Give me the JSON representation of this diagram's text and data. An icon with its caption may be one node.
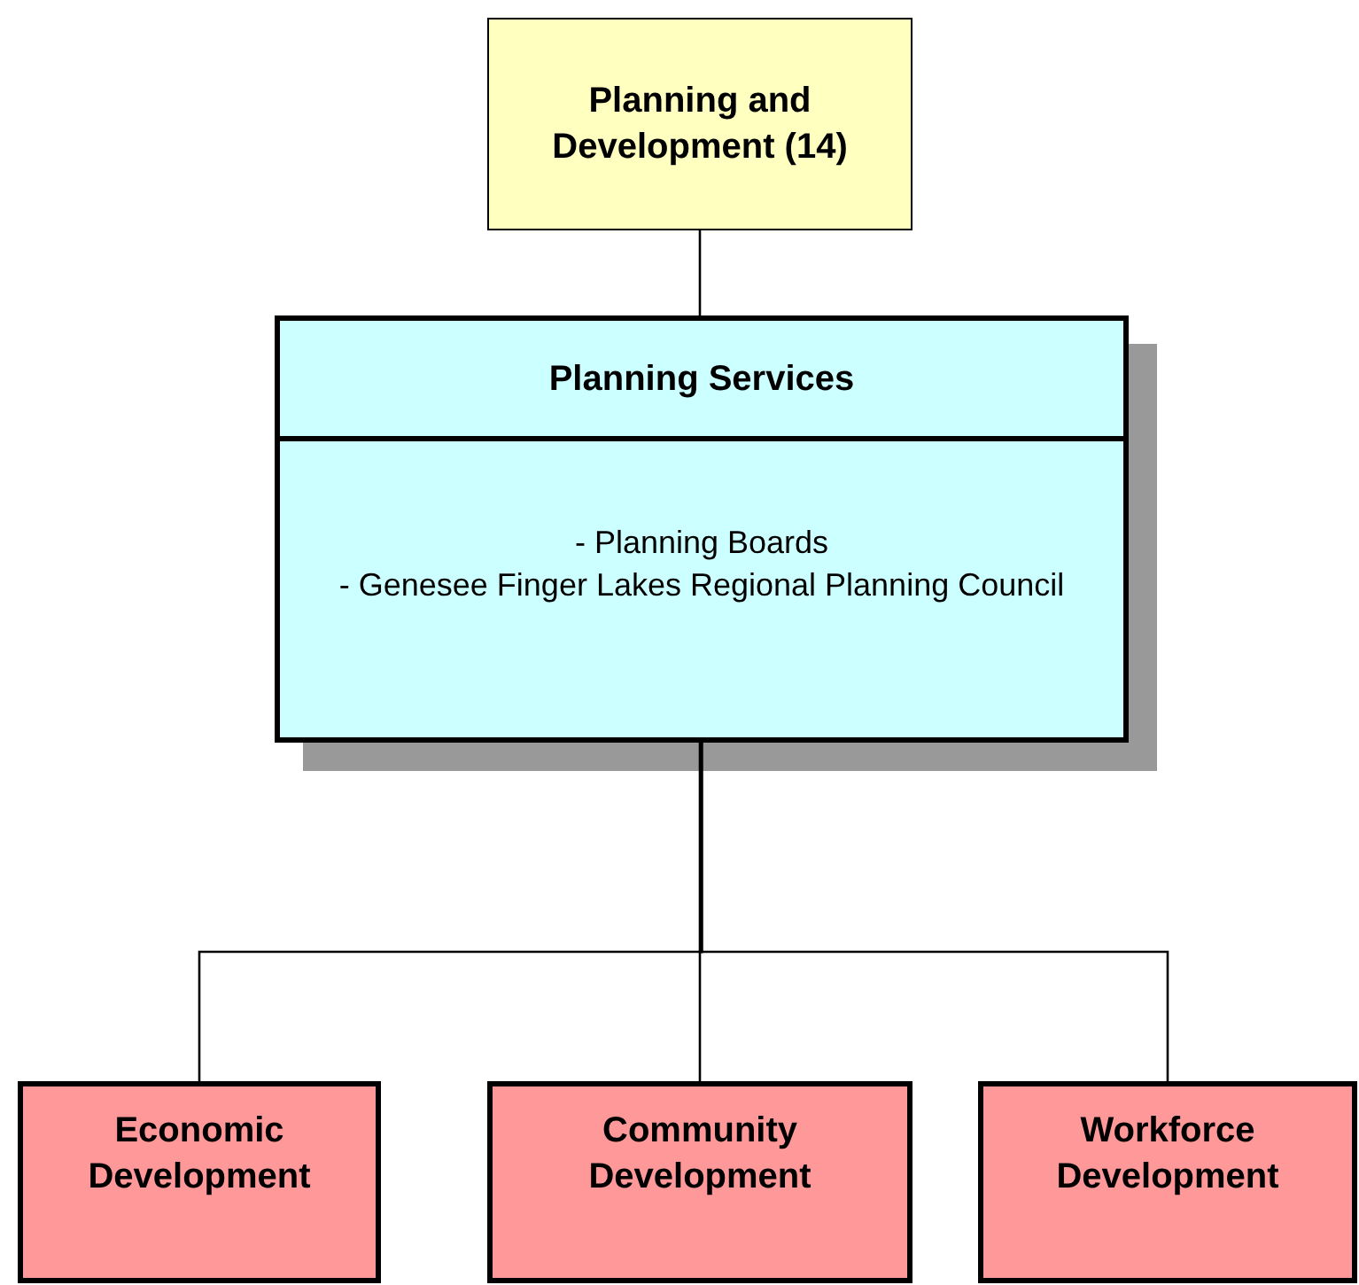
{
  "diagram": {
    "nodes": [
      {
        "text": [
          "Planning and Development (14)"
        ]
      },
      {
        "text": [
          "Planning Services",
          "- Planning Boards",
          "- Genesee Finger Lakes Regional Planning Council"
        ]
      },
      {
        "text": [
          "Economic Development"
        ]
      },
      {
        "text": [
          "Community Development"
        ]
      },
      {
        "text": [
          "Workforce Development"
        ]
      }
    ],
    "edges": [
      {
        "from": 0,
        "to": 1,
        "arrow": "none"
      },
      {
        "from": 1,
        "to": 2,
        "arrow": "none"
      },
      {
        "from": 1,
        "to": 3,
        "arrow": "none"
      },
      {
        "from": 1,
        "to": 4,
        "arrow": "none"
      }
    ]
  }
}
